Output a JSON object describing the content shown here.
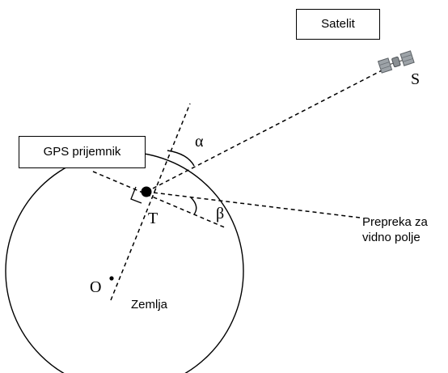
{
  "labels": {
    "satellite_box": "Satelit",
    "gps_box": "GPS prijemnik",
    "satellite_point": "S",
    "receiver_point": "T",
    "earth_center": "O",
    "earth": "Zemlja",
    "alpha": "α",
    "beta": "β",
    "obstacle_line1": "Prepreka za",
    "obstacle_line2": "vidno polje"
  },
  "colors": {
    "lines": "#000000",
    "satellite_body": "#8a8f93",
    "satellite_panel": "#9da3a8"
  },
  "icons": {
    "satellite": "satellite-icon"
  }
}
